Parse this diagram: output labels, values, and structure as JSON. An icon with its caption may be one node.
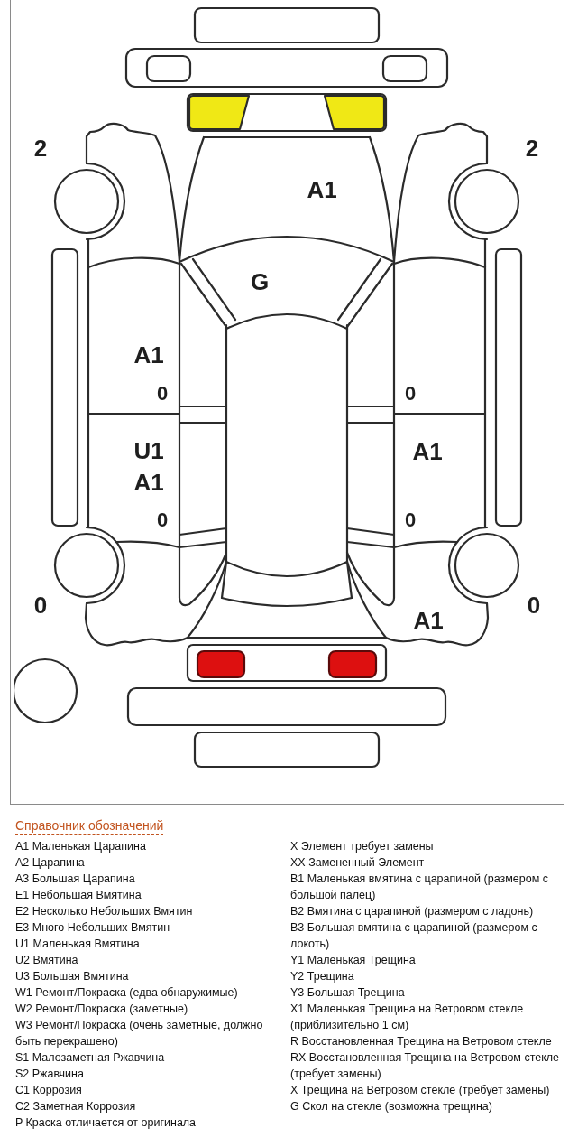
{
  "diagram": {
    "labels": [
      "2",
      "2",
      "A1",
      "G",
      "A1",
      "0",
      "0",
      "U1",
      "A1",
      "A1",
      "0",
      "0",
      "0",
      "0",
      "A1",
      "Справочник обозначений",
      "A1 Маленькая Царапина",
      "A2 Царапина",
      "A3 Большая Царапина",
      "E1 Небольшая Вмятина",
      "E2 Несколько Небольших Вмятин",
      "E3 Много Небольших Вмятин",
      "U1 Маленькая Вмятина",
      "U2 Вмятина",
      "U3 Большая Вмятина",
      "W1 Ремонт/Покраска (едва обнаружимые)",
      "W2 Ремонт/Покраска (заметные)",
      "W3 Ремонт/Покраска (очень заметные, должно быть перекрашено)",
      "S1 Малозаметная Ржавчина",
      "S2 Ржавчина",
      "C1 Коррозия",
      "C2 Заметная Коррозия",
      "P Краска отличается от оригинала",
      "X Элемент требует замены",
      "XX Замененный Элемент",
      "B1 Маленькая вмятина с царапиной (размером с большой палец)",
      "B2 Вмятина с царапиной (размером с ладонь)",
      "B3 Большая вмятина с царапиной (размером с локоть)",
      "Y1 Маленькая Трещина",
      "Y2 Трещина",
      "Y3 Большая Трещина",
      "X1 Маленькая Трещина на Ветровом стекле (приблизительно 1 см)",
      "R Восстановленная Трещина на Ветровом стекле",
      "RX Восстановленная Трещина на Ветровом стекле (требует замены)",
      "X Трещина на Ветровом стекле (требует замены)",
      "G Скол на стекле (возможна трещина)"
    ]
  }
}
